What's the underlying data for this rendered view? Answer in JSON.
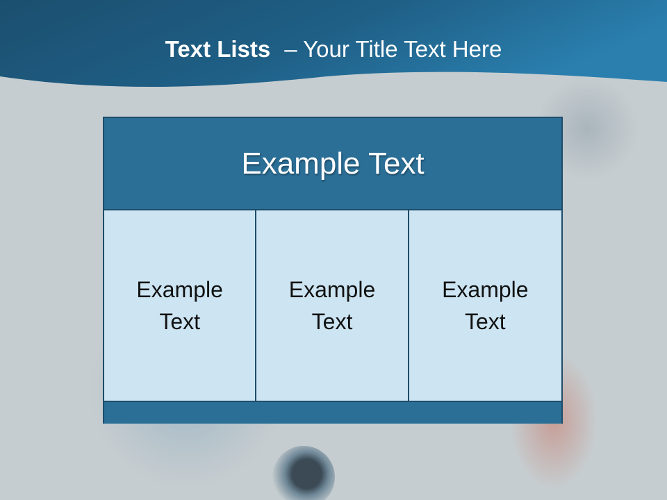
{
  "slide": {
    "title_bold": "Text Lists",
    "title_rest": "– Your Title Text Here"
  },
  "table": {
    "header": "Example Text",
    "cells": [
      {
        "label": "Example Text"
      },
      {
        "label": "Example Text"
      },
      {
        "label": "Example Text"
      }
    ]
  },
  "colors": {
    "header_band": "#1e5a7d",
    "table_dark": "#2b6f97",
    "table_light": "#cde5f3",
    "background": "#c6cdd0"
  }
}
